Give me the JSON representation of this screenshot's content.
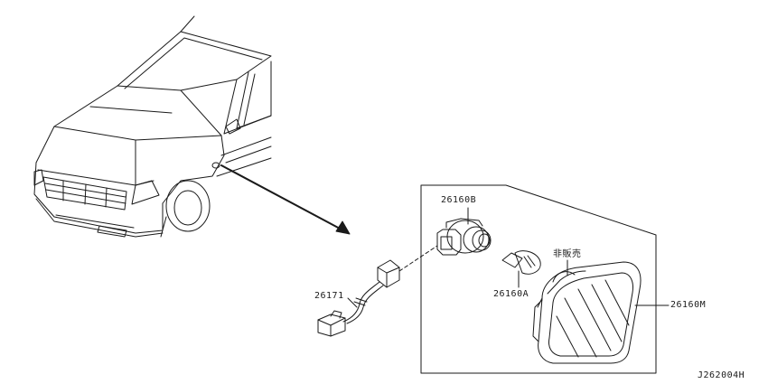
{
  "diagram": {
    "line_color": "#1a1a1a",
    "background_color": "#ffffff",
    "parts": {
      "socket": "26160B",
      "bulb": "26160A",
      "lamp_assembly": "26160M",
      "harness": "26171",
      "lens_note": "非販売"
    },
    "figure_code": "J262004H"
  }
}
